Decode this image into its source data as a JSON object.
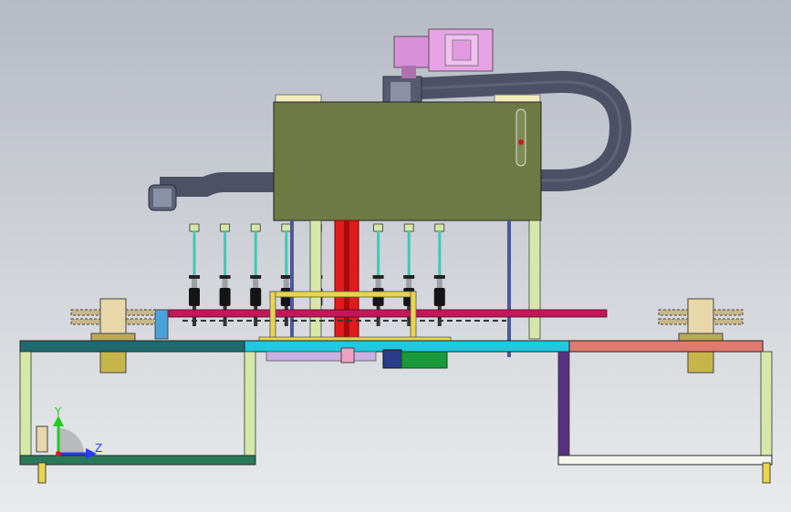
{
  "axes": {
    "y_label": "Y",
    "z_label": "Z",
    "y_color": "#22cc22",
    "z_color": "#2a3cff"
  },
  "colors": {
    "background_top": "#b6bac4",
    "background_bottom": "#e9eaec",
    "tank": "#6e7a43",
    "motor": "#e8a3e6",
    "hose": "#4d5166",
    "center_column": "#e21b1b",
    "rail": "#c2185b",
    "table_top": "#22c7e0",
    "left_frame_top": "#1f6a6f",
    "right_frame_top": "#e07a6e",
    "frame_leg": "#d6e8a8",
    "gearbox": "#1a9a3a",
    "sprocket": "#c7b88a"
  },
  "parts": {
    "nozzle_count": 9
  }
}
